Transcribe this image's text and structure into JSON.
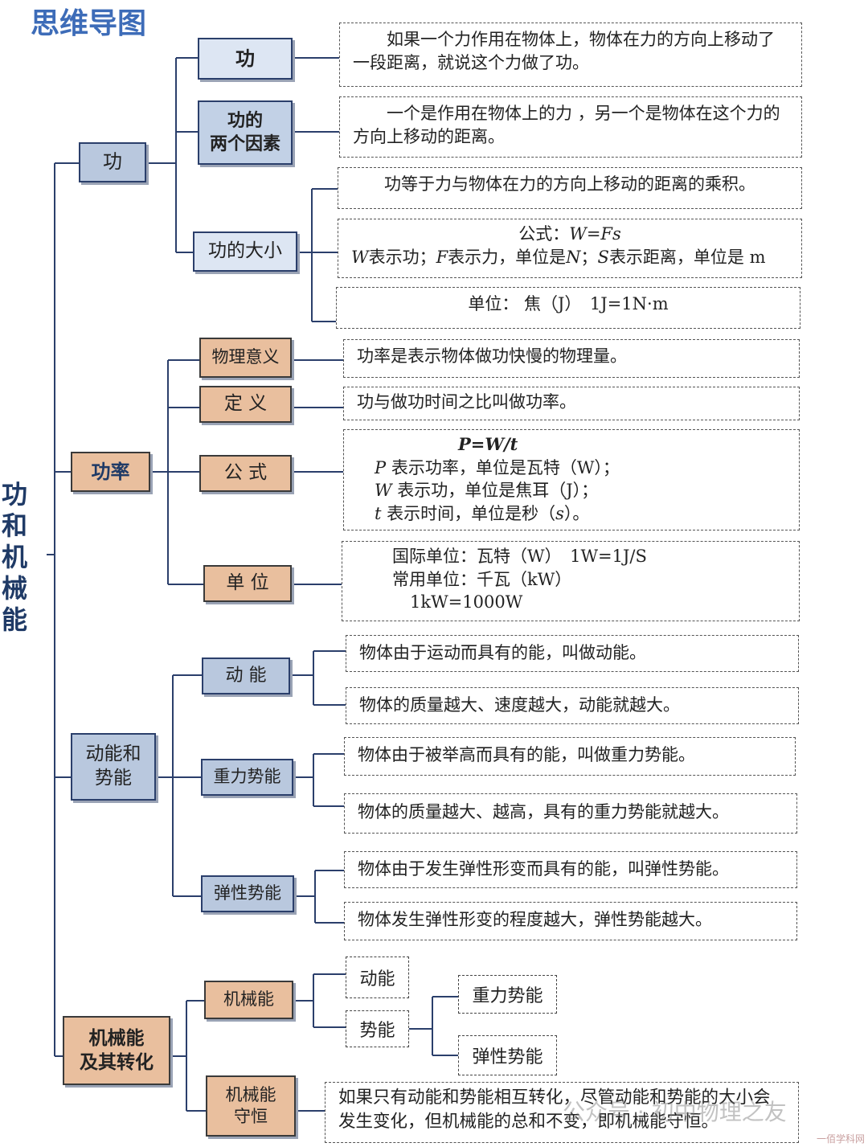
{
  "title": "思维导图",
  "root_chars": [
    "功",
    "和",
    "机",
    "械",
    "能"
  ],
  "sec1": {
    "label": "功",
    "sub1": {
      "label": "功",
      "desc": "如果一个力作用在物体上，物体在力的方向上移动了一段距离，就说这个力做了功。"
    },
    "sub2": {
      "label_line1": "功的",
      "label_line2": "两个因素",
      "desc": "一个是作用在物体上的力 ，另一个是物体在这个力的方向上移动的距离。"
    },
    "sub3": {
      "label": "功的大小",
      "desc1": "功等于力与物体在力的方向上移动的距离的乘积。",
      "formula_prefix": "公式：",
      "formula": "W=Fs",
      "vars": {
        "w": "W",
        "w_text": "表示功；",
        "f": "F",
        "f_text": "表示力，单位是",
        "n": "N",
        "s_sep": "；",
        "s": "S",
        "s_text": "表示距离，单位是 m"
      },
      "unit": "单位： 焦（J）　1J=1N·m"
    }
  },
  "sec2": {
    "label": "功率",
    "sub1": {
      "label": "物理意义",
      "desc": "功率是表示物体做功快慢的物理量。"
    },
    "sub2": {
      "label": "定 义",
      "desc": "功与做功时间之比叫做功率。"
    },
    "sub3": {
      "label": "公 式",
      "formula": "P=W/t",
      "p": "P",
      "p_text": " 表示功率，单位是瓦特（W）；",
      "w": "W",
      "w_text": " 表示功，单位是焦耳（J）；",
      "t": "t",
      "t_text": " 表示时间，单位是秒（",
      "s": "s",
      "s_end": "）。"
    },
    "sub4": {
      "label": "单 位",
      "line1": "国际单位：瓦特（W）　1W=1J/S",
      "line2": "常用单位：千瓦（kW）",
      "line3": "1kW=1000W"
    }
  },
  "sec3": {
    "label_line1": "动能和",
    "label_line2": "势能",
    "sub1": {
      "label": "动 能",
      "desc1": "物体由于运动而具有的能，叫做动能。",
      "desc2": "物体的质量越大、速度越大，动能就越大。"
    },
    "sub2": {
      "label": "重力势能",
      "desc1": "物体由于被举高而具有的能，叫做重力势能。",
      "desc2": "物体的质量越大、越高，具有的重力势能就越大。"
    },
    "sub3": {
      "label": "弹性势能",
      "desc1": "物体由于发生弹性形变而具有的能，叫弹性势能。",
      "desc2": "物体发生弹性形变的程度越大，弹性势能越大。"
    }
  },
  "sec4": {
    "label_line1": "机械能",
    "label_line2": "及其转化",
    "sub1": {
      "label": "机械能",
      "a": "动能",
      "b": "势能",
      "c": "重力势能",
      "d": "弹性势能"
    },
    "sub2": {
      "label_line1": "机械能",
      "label_line2": "守恒",
      "desc": "如果只有动能和势能相互转化，尽管动能和势能的大小会发生变化，但机械能的总和不变，即机械能守恒。"
    }
  },
  "watermark": "公众号 · 初中物理之友",
  "site": "一佰学科网",
  "colors": {
    "title": "#3d6cb8",
    "line": "#2b3f6b",
    "blue_box": "#b9c8de",
    "orange_box": "#e9bf9e"
  }
}
